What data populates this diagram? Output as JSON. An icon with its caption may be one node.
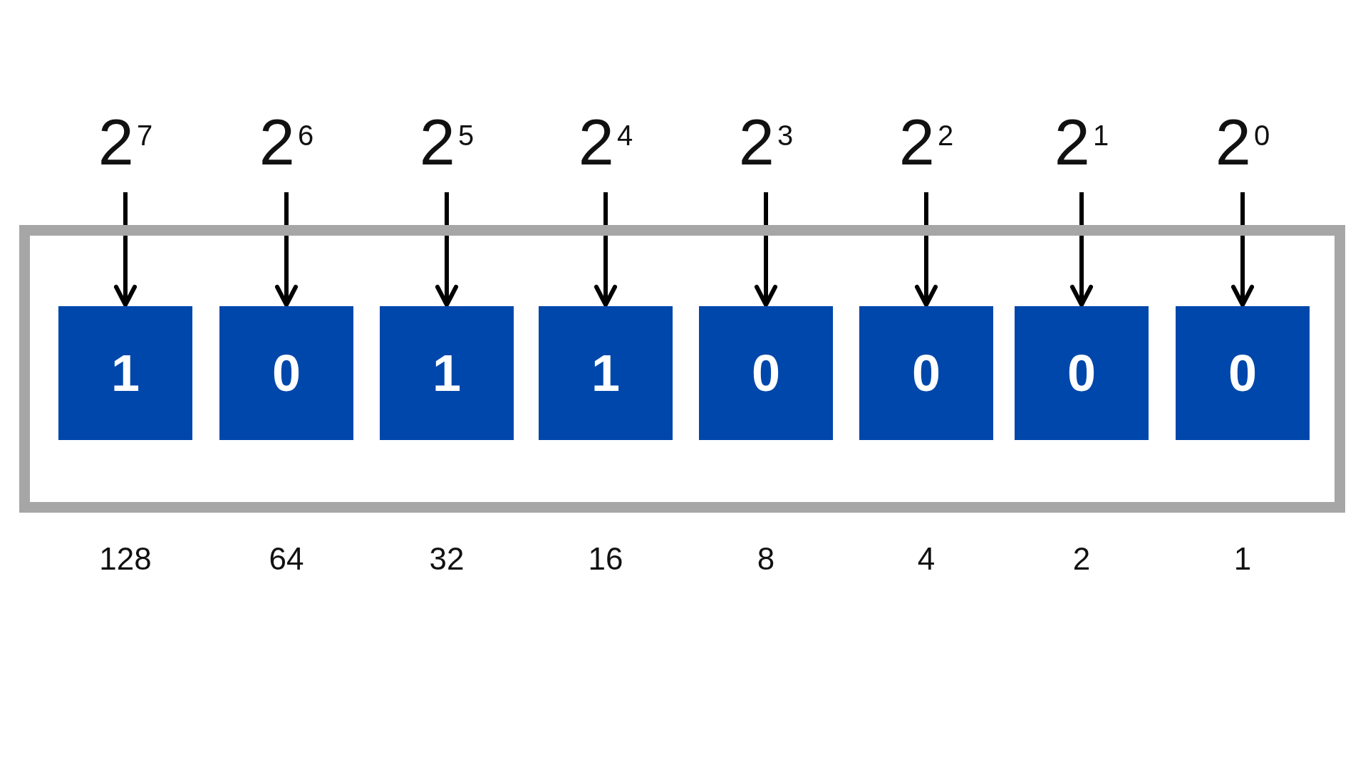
{
  "diagram": {
    "nodes": [
      {
        "text": [
          "2$^{7}$"
        ]
      },
      {
        "text": [
          "2$^{6}$"
        ]
      },
      {
        "text": [
          "2$^{5}$"
        ]
      },
      {
        "text": [
          "2$^{4}$"
        ]
      },
      {
        "text": [
          "2$^{3}$"
        ]
      },
      {
        "text": [
          "2$^{2}$"
        ]
      },
      {
        "text": [
          "2$^{1}$"
        ]
      },
      {
        "text": [
          "2$^{0}$"
        ]
      },
      {
        "text": [],
        "shape": "box"
      },
      {
        "text": [
          "1"
        ],
        "in": 8
      },
      {
        "text": [
          "0"
        ],
        "in": 8
      },
      {
        "text": [
          "1"
        ],
        "in": 8
      },
      {
        "text": [
          "1"
        ],
        "in": 8
      },
      {
        "text": [
          "0"
        ],
        "in": 8
      },
      {
        "text": [
          "0"
        ],
        "in": 8
      },
      {
        "text": [
          "0"
        ],
        "in": 8
      },
      {
        "text": [
          "0"
        ],
        "in": 8
      }
    ],
    "edges": [
      {
        "from": 0,
        "to": 9,
        "arrow": "to"
      },
      {
        "from": 1,
        "to": 10,
        "arrow": "to"
      },
      {
        "from": 2,
        "to": 11,
        "arrow": "to"
      },
      {
        "from": 3,
        "to": 12,
        "arrow": "to"
      },
      {
        "from": 4,
        "to": 13,
        "arrow": "to"
      },
      {
        "from": 5,
        "to": 14,
        "arrow": "to"
      },
      {
        "from": 6,
        "to": 15,
        "arrow": "to"
      },
      {
        "from": 7,
        "to": 16,
        "arrow": "to"
      }
    ],
    "labels": [
      "128",
      "64",
      "32",
      "16",
      "8",
      "4",
      "2",
      "1"
    ]
  }
}
